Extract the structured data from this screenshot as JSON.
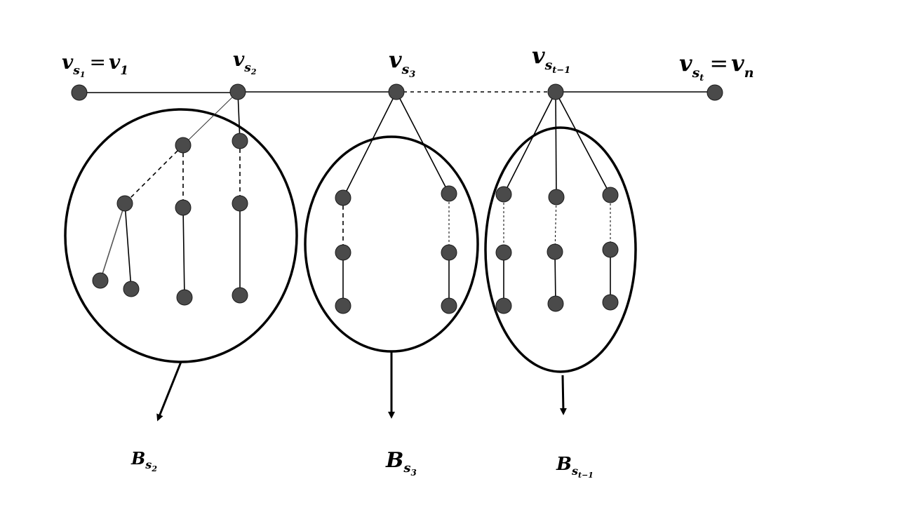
{
  "labels": {
    "v_s1": {
      "base": "v",
      "sub": "s",
      "subsub": "1",
      "eq": "=",
      "rhs_base": "v",
      "rhs_sub": "1"
    },
    "v_s2": {
      "base": "v",
      "sub": "s",
      "subsub": "2"
    },
    "v_s3": {
      "base": "v",
      "sub": "s",
      "subsub": "3"
    },
    "v_st1": {
      "base": "v",
      "sub": "s",
      "subsub": "t−1"
    },
    "v_st": {
      "base": "v",
      "sub": "s",
      "subsub": "t",
      "eq": "=",
      "rhs_base": "v",
      "rhs_sub": "n"
    },
    "B_s2": {
      "base": "B",
      "sub": "s",
      "subsub": "2"
    },
    "B_s3": {
      "base": "B",
      "sub": "s",
      "subsub": "3"
    },
    "B_st1": {
      "base": "B",
      "sub": "s",
      "subsub": "t−1"
    }
  },
  "colors": {
    "node_fill": "#4a4a4a",
    "node_stroke": "#1a1a1a",
    "line": "#000000"
  }
}
